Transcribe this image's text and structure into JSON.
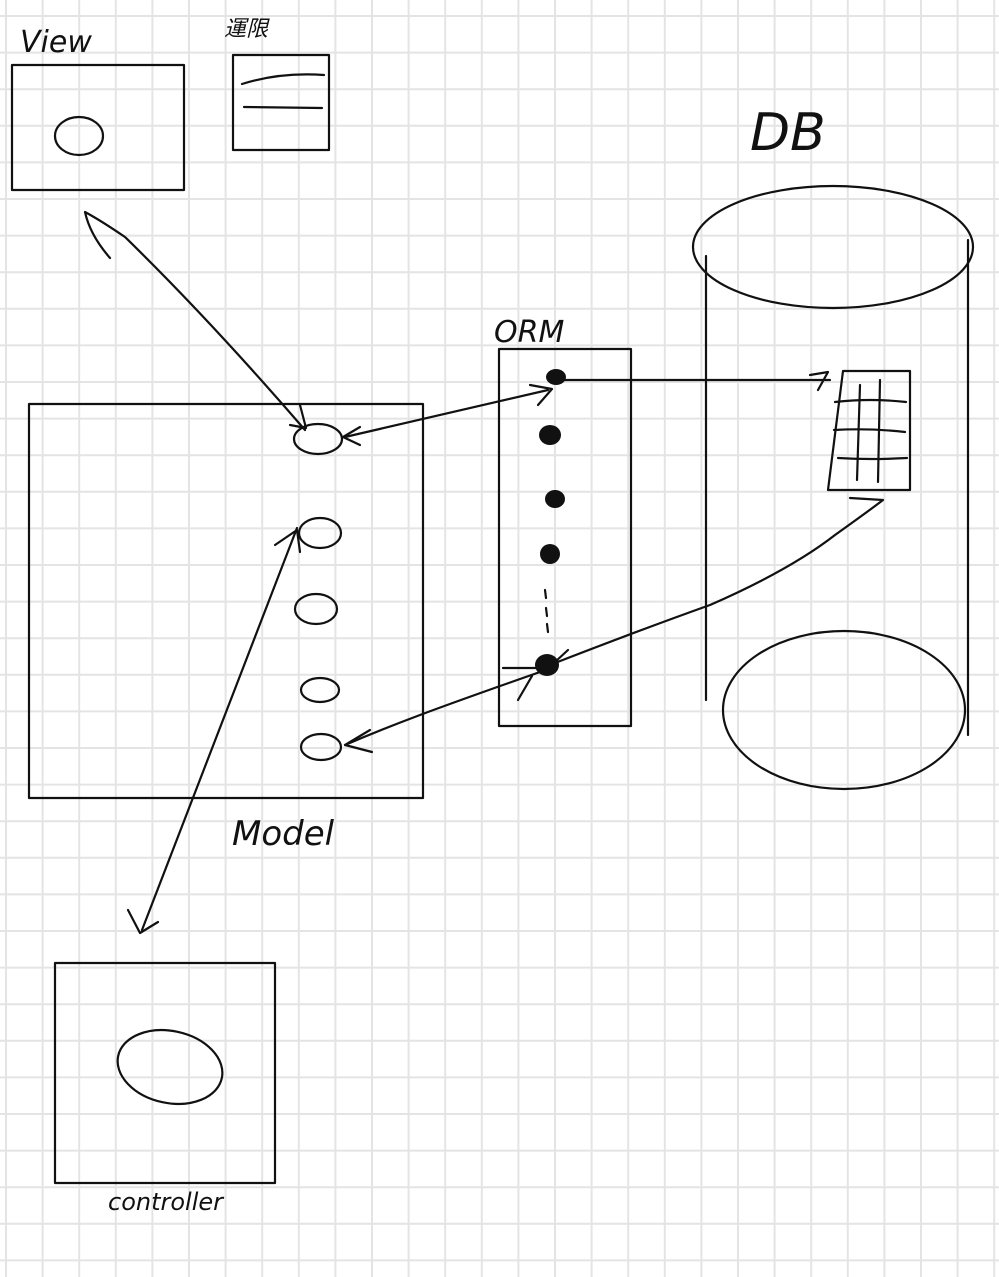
{
  "labels": {
    "view": "View",
    "permission": "運限",
    "db": "DB",
    "orm": "ORM",
    "model": "Model",
    "controller": "controller"
  }
}
